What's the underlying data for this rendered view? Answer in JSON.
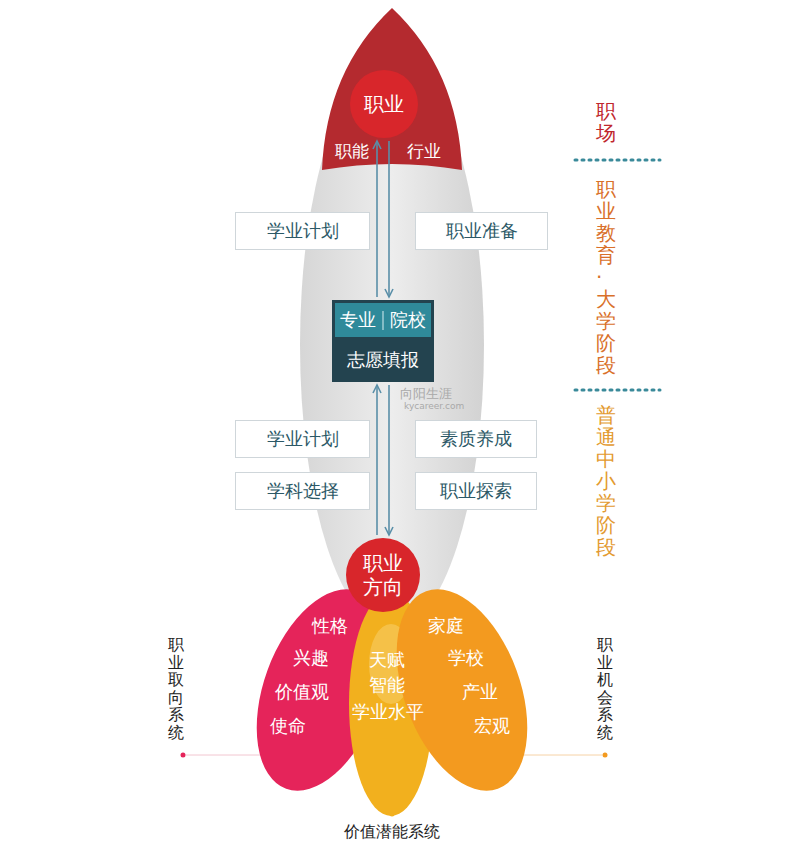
{
  "diagram": {
    "nodes": [
      {
        "text": [
          "职能",
          "行业"
        ]
      },
      {
        "text": [
          "职业"
        ],
        "in": 0
      },
      {
        "text": [
          "学业计划"
        ]
      },
      {
        "text": [
          "职业准备"
        ]
      },
      {
        "text": [
          "专业",
          "院校",
          "志愿填报"
        ]
      },
      {
        "text": [
          "学业计划"
        ]
      },
      {
        "text": [
          "素质养成"
        ]
      },
      {
        "text": [
          "学科选择"
        ]
      },
      {
        "text": [
          "职业探索"
        ]
      },
      {
        "text": [
          "职业方向"
        ]
      },
      {
        "text": [
          "性格",
          "兴趣",
          "价值观",
          "使命"
        ]
      },
      {
        "text": [
          "天赋",
          "智能",
          "学业水平"
        ]
      },
      {
        "text": [
          "家庭",
          "学校",
          "产业",
          "宏观"
        ]
      }
    ],
    "edges": [
      {
        "from": 4,
        "to": 1,
        "arrow": "both"
      },
      {
        "from": 9,
        "to": 4,
        "arrow": "both"
      }
    ],
    "labels": [
      "职场",
      "职业教育·大学阶段",
      "普通中小学阶段",
      "职业取向系统",
      "职业机会系统",
      "价值潜能系统",
      "向阳生涯",
      "kycareer.com"
    ]
  }
}
